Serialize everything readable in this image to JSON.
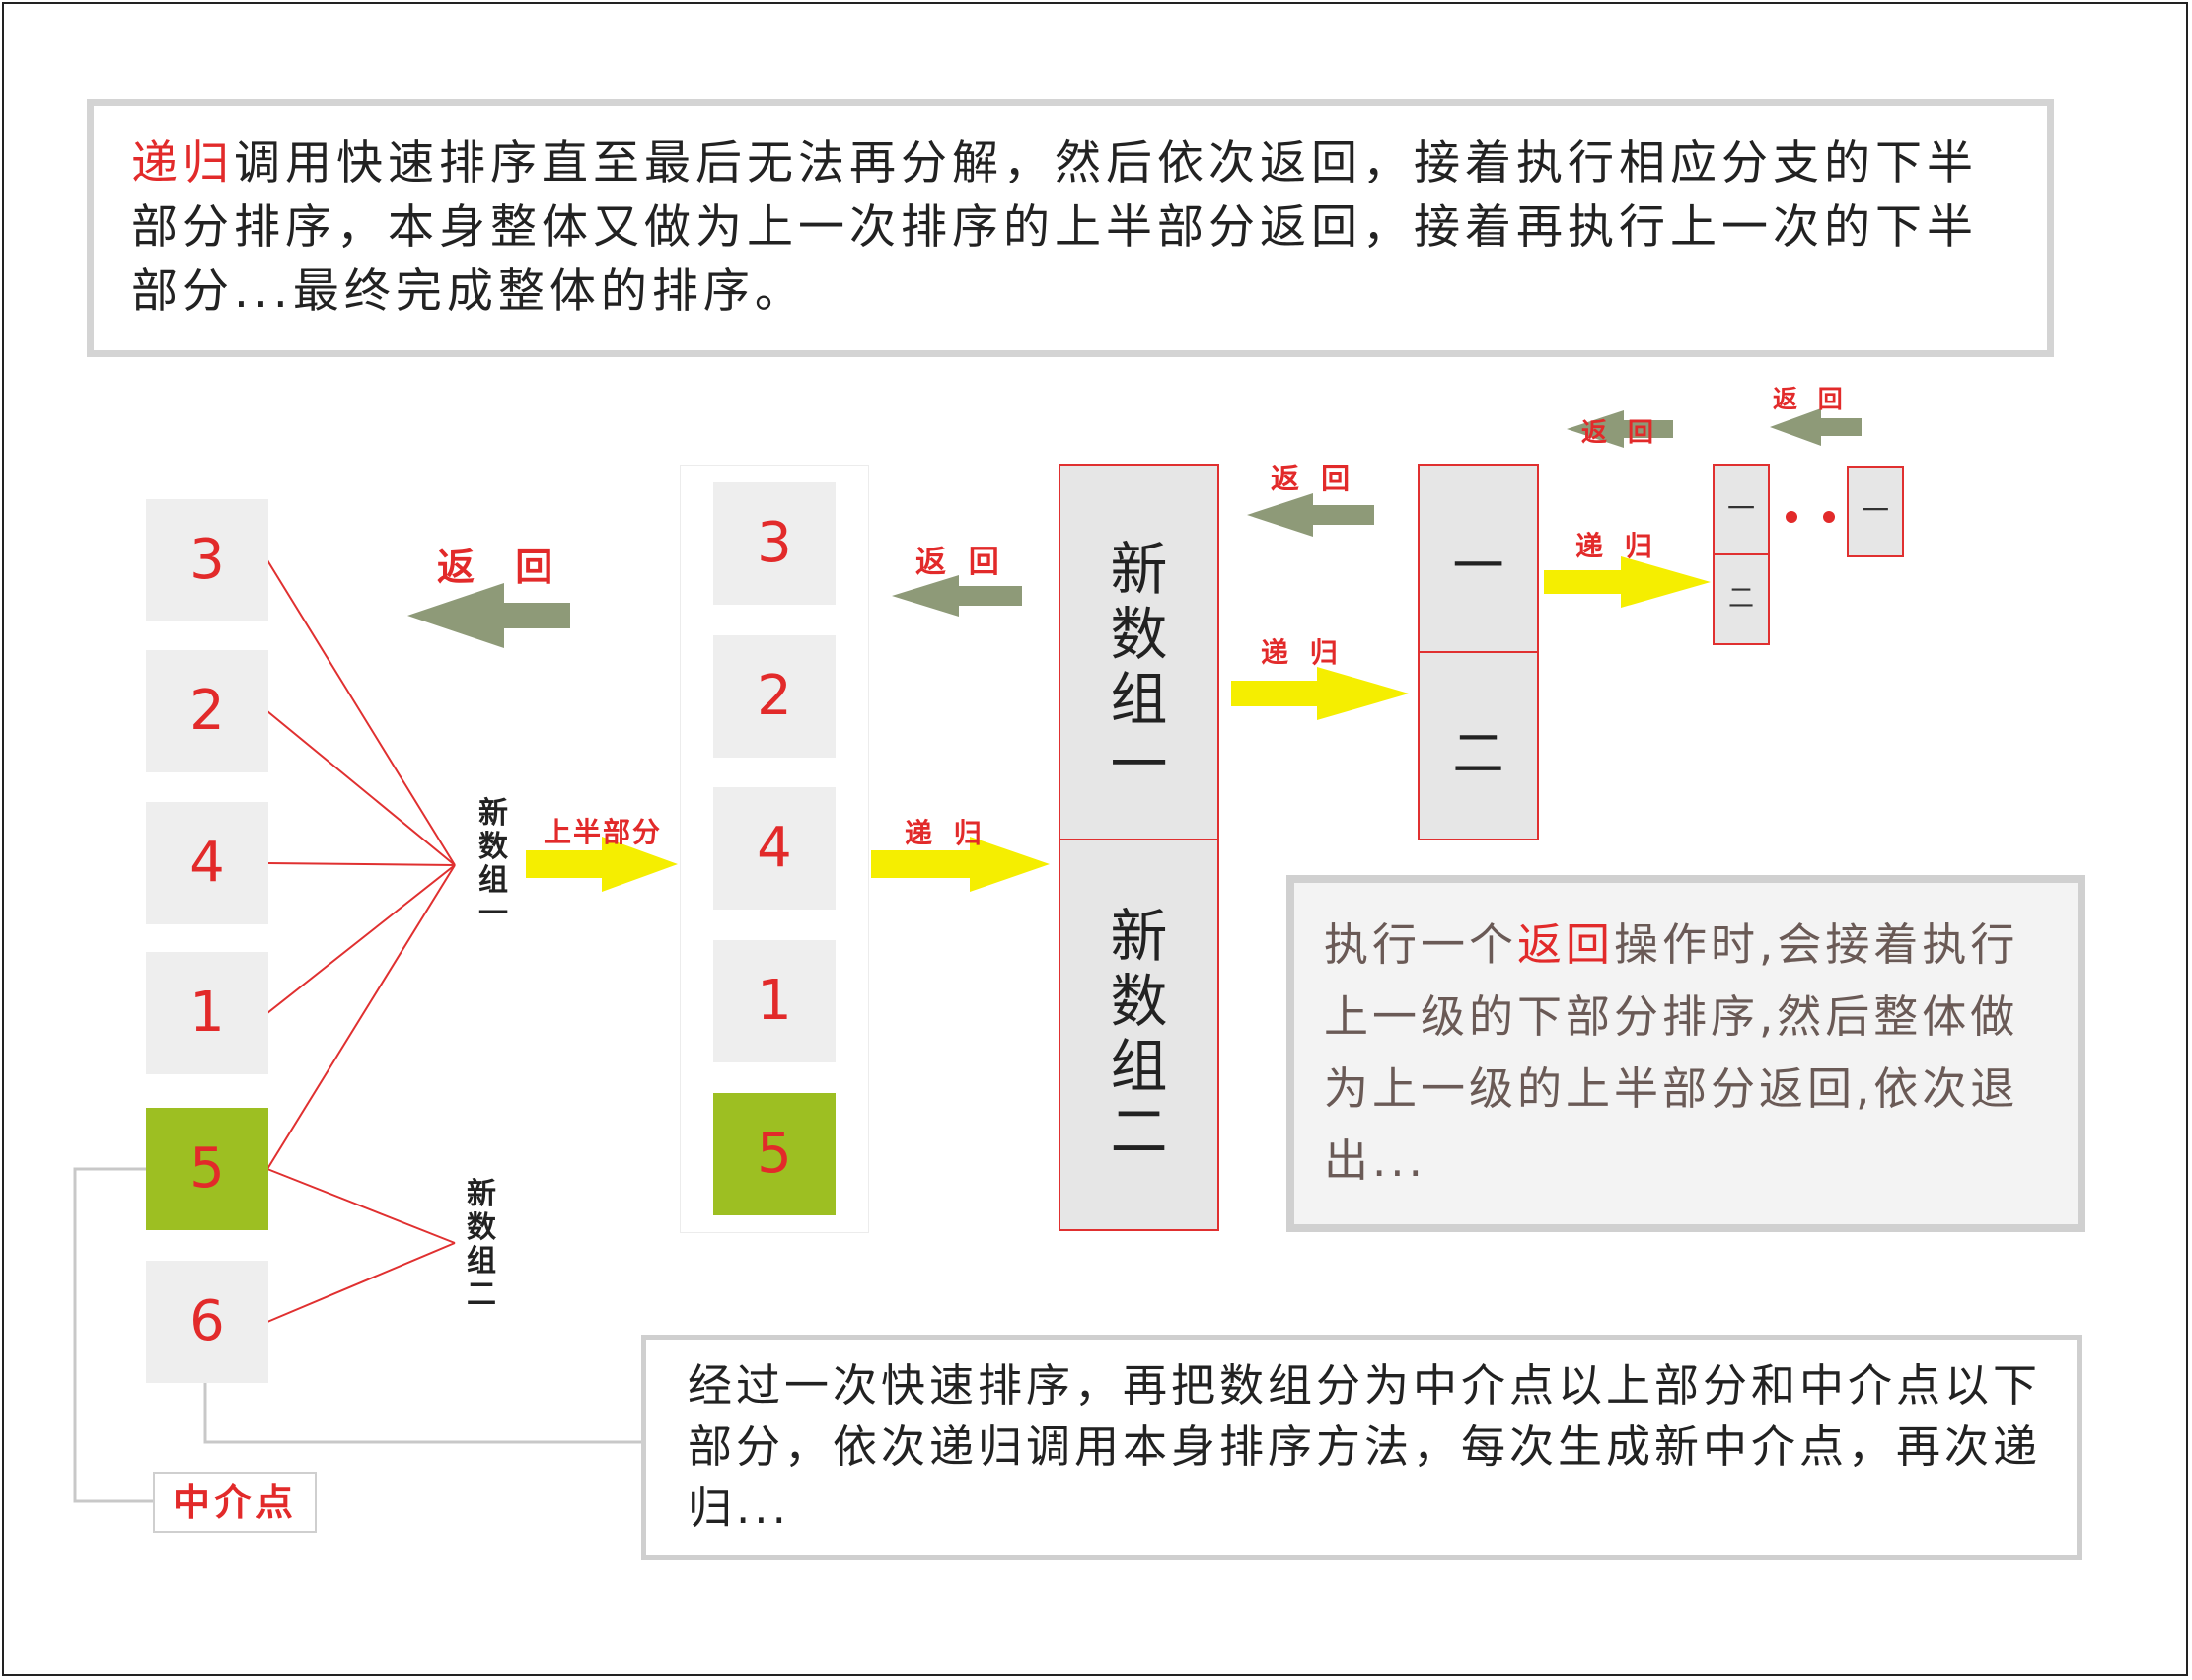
{
  "top_note": {
    "highlight": "递归",
    "text": "调用快速排序直至最后无法再分解，然后依次返回，接着执行相应分支的下半部分排序，本身整体又做为上一次排序的上半部分返回，接着再执行上一次的下半部分...最终完成整体的排序。"
  },
  "left_array": [
    "3",
    "2",
    "4",
    "1",
    "5",
    "6"
  ],
  "pivot_label": "中介点",
  "group_one_label": "新数组一",
  "group_two_label": "新数组二",
  "upper_half_label": "上半部分",
  "return_label": "返 回",
  "recurse_label": "递 归",
  "sorted_upper": [
    "3",
    "2",
    "4",
    "1",
    "5"
  ],
  "column_new_one": "新数组一",
  "column_new_two": "新数组二",
  "sub_one": "一",
  "sub_two": "二",
  "right_note": {
    "prefix": "执行一个",
    "highlight": "返回",
    "text": "操作时,会接着执行上一级的下部分排序,然后整体做为上一级的上半部分返回,依次退出..."
  },
  "bottom_note": {
    "text": "经过一次快速排序，再把数组分为中介点以上部分和中介点以下部分，依次递归调用本身排序方法，每次生成新中介点，再次递归..."
  },
  "colors": {
    "accent_red": "#e22a2a",
    "pivot_green": "#9dbf22",
    "recurse_arrow": "#f5ee00",
    "return_arrow": "#8e9a78"
  }
}
